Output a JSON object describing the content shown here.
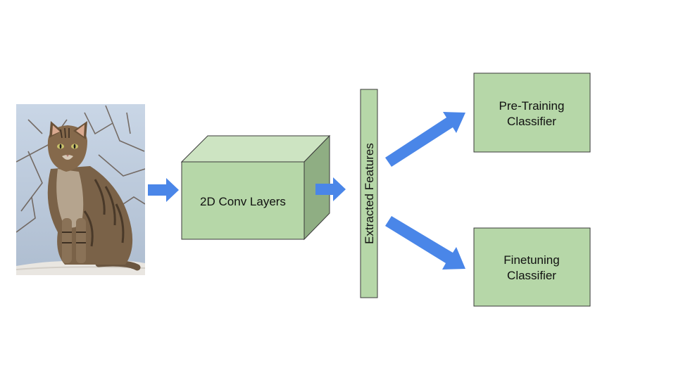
{
  "colors": {
    "box_fill": "#b6d7a8",
    "box_top": "#cde4c2",
    "box_side": "#8fae83",
    "box_stroke": "#3a3a3a",
    "arrow": "#4a86e8"
  },
  "input_image": {
    "icon": "cat-photo-icon"
  },
  "conv_block": {
    "label": "2D Conv Layers"
  },
  "features_bar": {
    "label": "Extracted Features"
  },
  "pretraining_box": {
    "label_line1": "Pre-Training",
    "label_line2": "Classifier"
  },
  "finetuning_box": {
    "label_line1": "Finetuning",
    "label_line2": "Classifier"
  }
}
